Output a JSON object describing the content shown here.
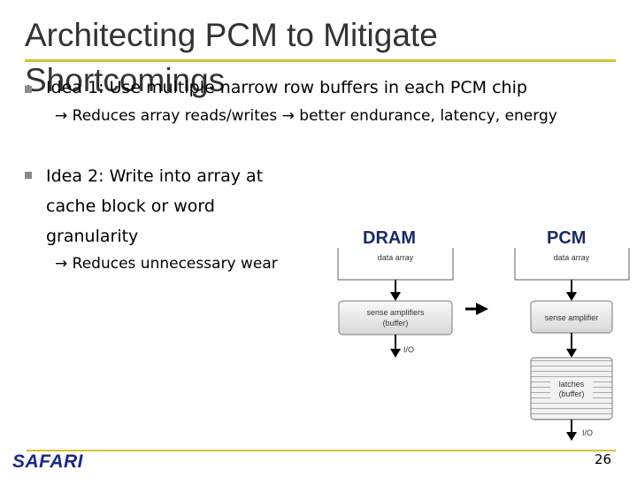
{
  "slide": {
    "title_line1": "Architecting PCM to Mitigate",
    "title_line2": "Shortcomings",
    "page_number": "26",
    "logo_text": "SAFARI"
  },
  "bullets": [
    {
      "text": "Idea 1: Use multiple narrow row buffers in each PCM chip",
      "sub": "Reduces array reads/writes → better endurance, latency, energy"
    },
    {
      "text": "Idea 2: Write into array at cache block or word granularity",
      "sub": "Reduces unnecessary wear"
    }
  ],
  "diagram": {
    "dram": {
      "label": "DRAM",
      "array_label": "data array",
      "buffer_line1": "sense amplifiers",
      "buffer_line2": "(buffer)",
      "io_label": "I/O"
    },
    "pcm": {
      "label": "PCM",
      "array_label": "data array",
      "sense_label": "sense amplifier",
      "latch_line1": "latches",
      "latch_line2": "(buffer)",
      "io_label": "I/O"
    }
  },
  "colors": {
    "accent_rule": "#d4c037",
    "title_text": "#333333",
    "diagram_label": "#1a2a66",
    "logo": "#1a2a88"
  }
}
